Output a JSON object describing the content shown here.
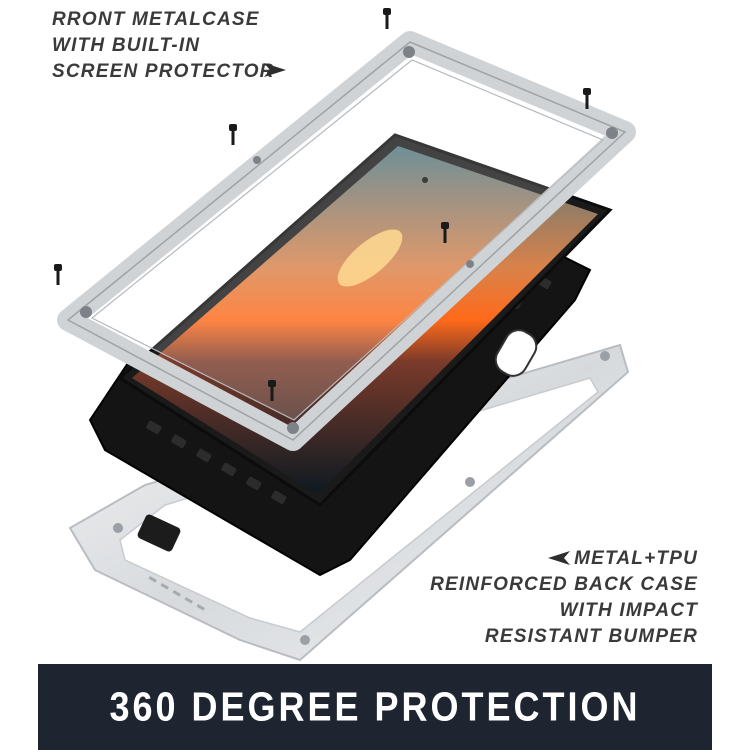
{
  "callouts": {
    "top": {
      "lines": [
        "RRONT METALCASE",
        "WITH BUILT-IN",
        "SCREEN PROTECTOR"
      ],
      "arrow_icon": "triangle-right-icon"
    },
    "bottom": {
      "lines": [
        "METAL+TPU",
        "REINFORCED BACK CASE",
        "WITH IMPACT",
        "RESISTANT BUMPER"
      ],
      "arrow_icon": "triangle-left-icon"
    }
  },
  "banner": {
    "text": "360 DEGREE PROTECTION",
    "background": "#1e2531",
    "color": "#ffffff"
  },
  "colors": {
    "metal": "#e6e8ea",
    "metal_edge": "#b9bdc2",
    "rubber": "#141414",
    "sunset": "#ff6a1a"
  }
}
